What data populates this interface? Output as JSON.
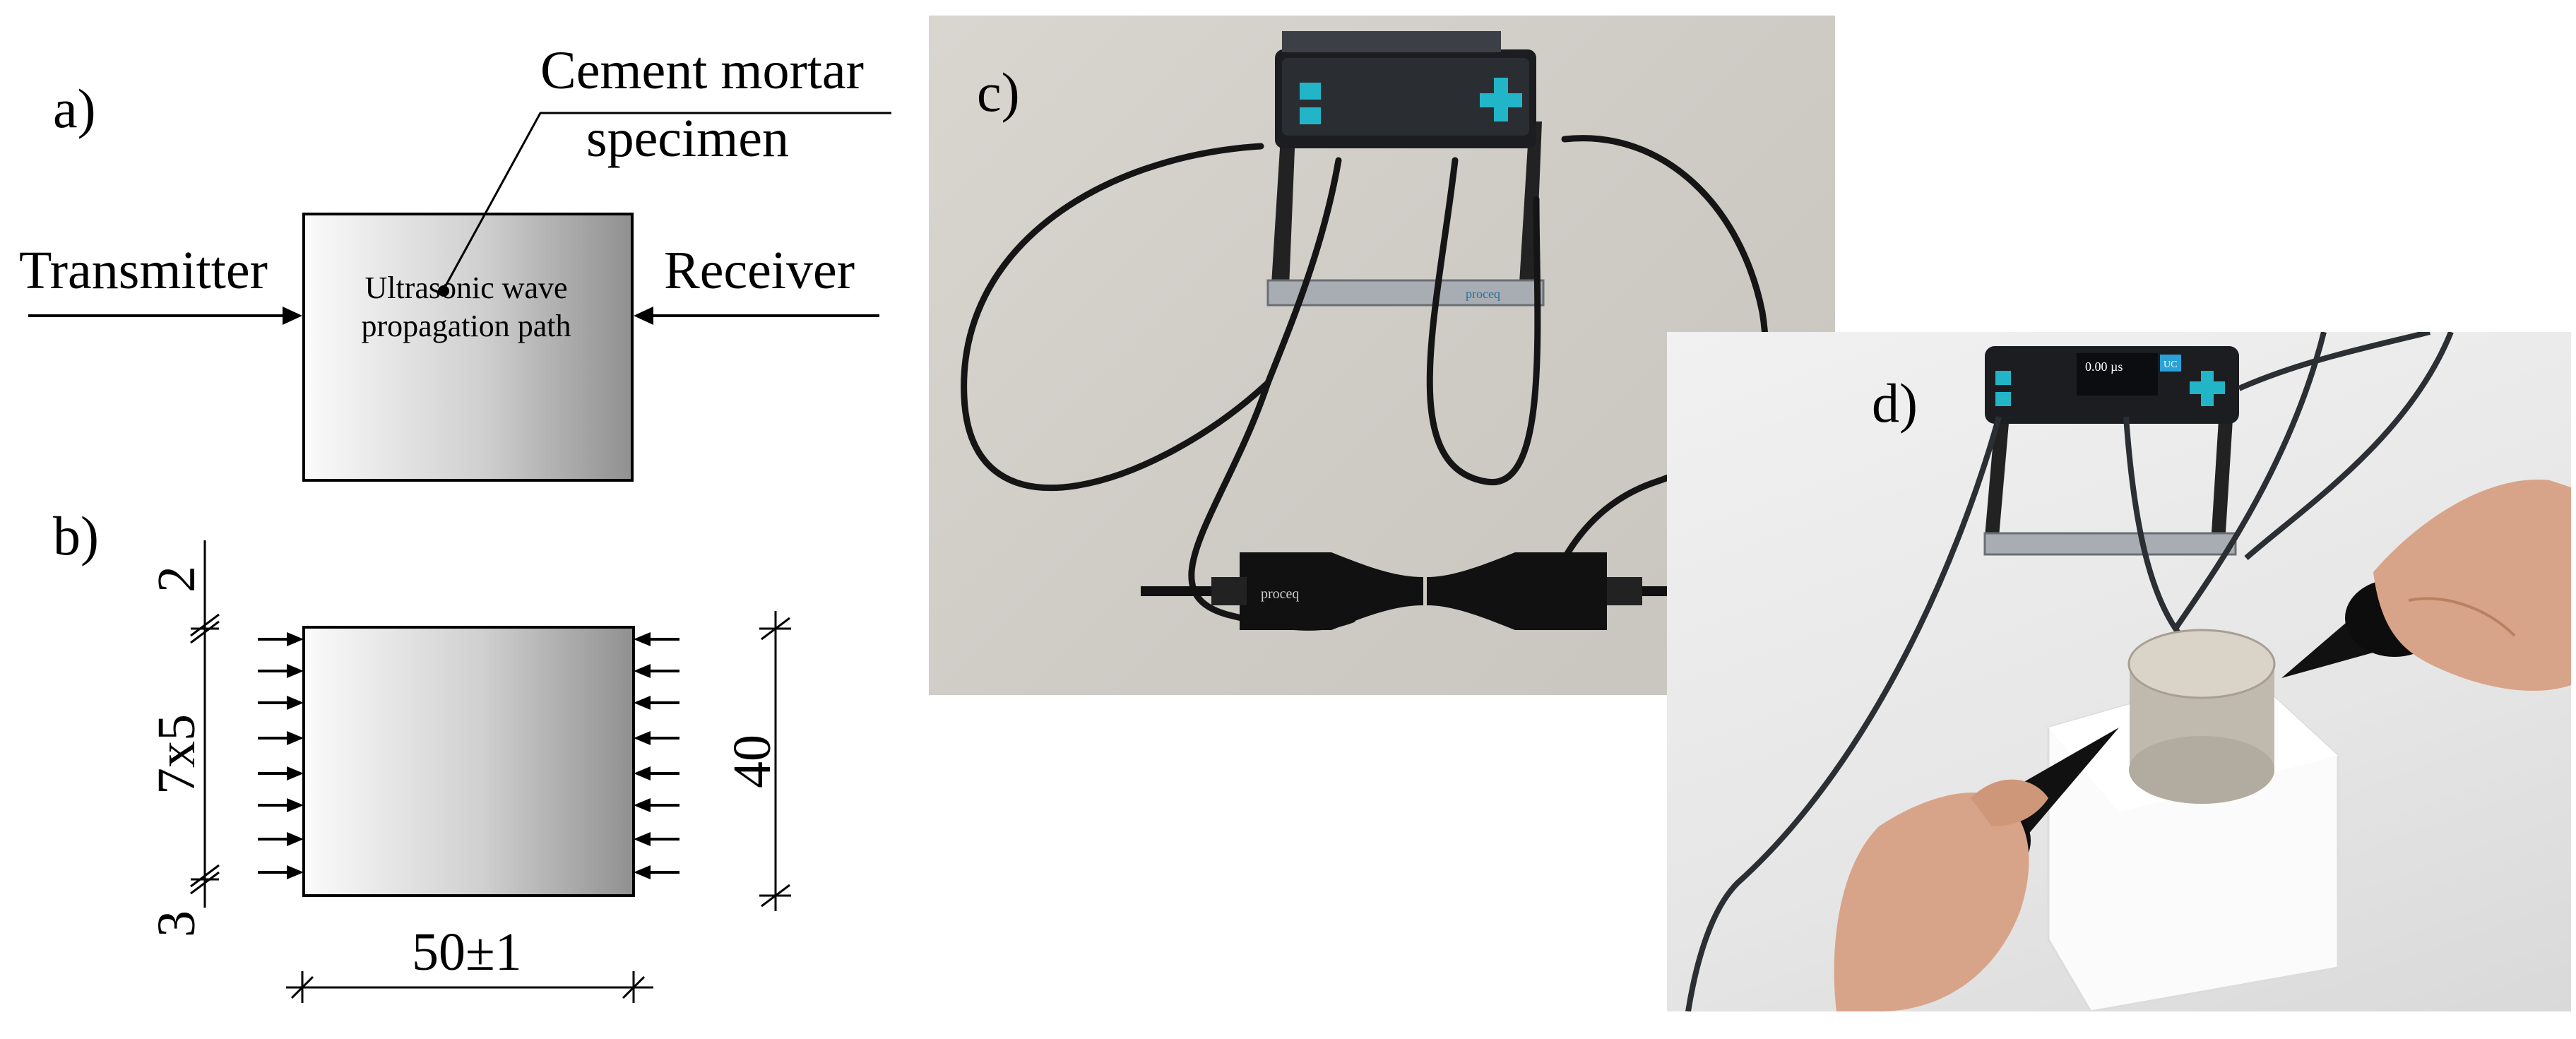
{
  "panels": {
    "a": {
      "letter": "a)",
      "specimen_label_line1": "Cement mortar",
      "specimen_label_line2": "specimen",
      "transmitter": "Transmitter",
      "receiver": "Receiver",
      "path_line1": "Ultrasonic wave",
      "path_line2": "propagation path"
    },
    "b": {
      "letter": "b)",
      "dim_top": "2",
      "dim_left": "7x5",
      "dim_bottom": "3",
      "dim_right": "40",
      "dim_width": "50±1"
    },
    "c": {
      "letter": "c)",
      "device_brand": "proceq",
      "transducer_brand": "proceq"
    },
    "d": {
      "letter": "d)",
      "screen_value": "0.00 µs",
      "screen_tag": "UC"
    }
  }
}
